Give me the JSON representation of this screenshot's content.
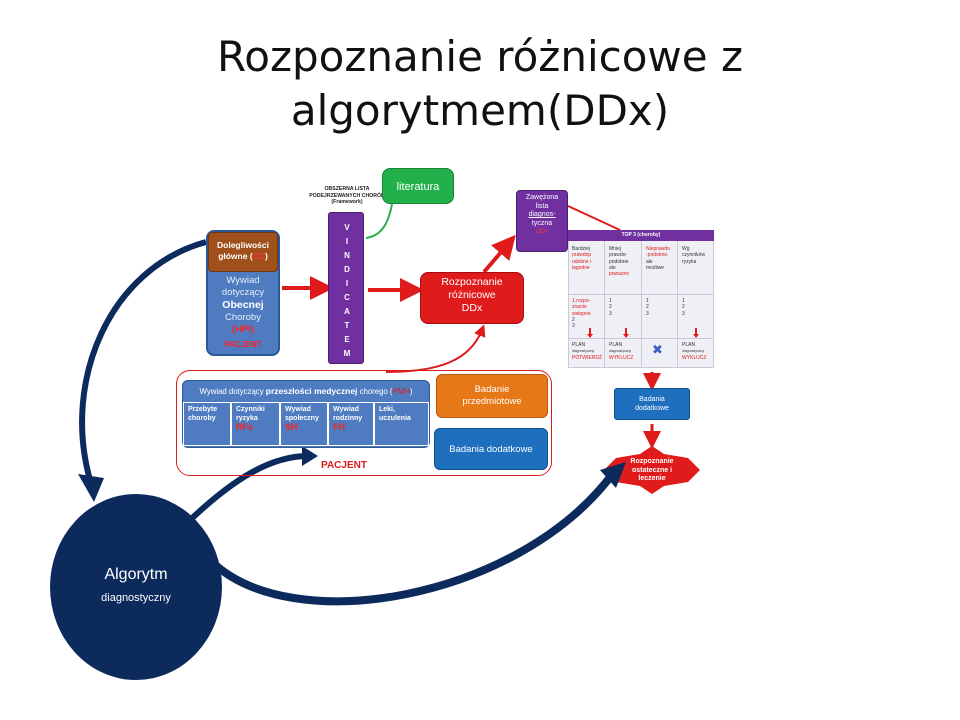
{
  "title": {
    "line1": "Rozpoznanie różnicowe z",
    "line2": "algorytmem(DDx)"
  },
  "patient_box": {
    "complaint_line1": "Dolegliwości",
    "complaint_line2": "główne (",
    "complaint_code": "CC",
    "complaint_close": ")",
    "history_line1": "Wywiad",
    "history_line2": "dotyczący",
    "history_bold": "Obecnej",
    "history_line3": "Choroby",
    "history_code": "(HPI)",
    "patient_label": "PACJENT"
  },
  "vindicatem": {
    "header_line1": "OBSZERNA LISTA",
    "header_line2": "PODEJRZEWANYCH CHORÓB",
    "header_line3": "(Framework)",
    "letters": [
      "V",
      "I",
      "N",
      "D",
      "I",
      "C",
      "A",
      "T",
      "E",
      "M"
    ]
  },
  "literature": {
    "label": "literatura"
  },
  "ddx": {
    "line1": "Rozpoznanie",
    "line2": "różnicowe",
    "line3": "DDx"
  },
  "narrow_list": {
    "line1": "Zawężona",
    "line2": "lista",
    "line3": "diagnos-",
    "line4": "tyczna",
    "code": "DDx"
  },
  "top3": {
    "header": "TOP 3 (choroby)",
    "col1": {
      "l1": "Bardziej",
      "l2": "prawdop",
      "l3": "odobne i",
      "l4": "łagodne"
    },
    "col2": {
      "l1": "Mniej",
      "l2": "prawdo-",
      "l3": "podobne",
      "l4": "ale",
      "l5": "poważne"
    },
    "col3": {
      "l1": "Nieprawdo",
      "l2": "-podobne,",
      "l3": "ale",
      "l4": "możliwe"
    },
    "col4": {
      "l1": "Wg",
      "l2": "czynników",
      "l3": "ryzyka"
    },
    "row2_first": {
      "l1": "1.rozpo-",
      "l2": "znanie",
      "l3": "wstępne",
      "l4": "2",
      "l5": "3"
    },
    "numbers": [
      "1",
      "2",
      "3"
    ],
    "plan1": {
      "l1": "PLAN",
      "l2": "diagnostyczny",
      "l3": "POTWIERDŹ"
    },
    "plan2": {
      "l1": "PLAN",
      "l2": "diagnostyczny",
      "l3": "WYKLUCZ"
    },
    "plan4": {
      "l1": "PLAN",
      "l2": "diagnostyczny",
      "l3": "WYKLUCZ"
    },
    "x_mark": "✖"
  },
  "past_history": {
    "title_pre": "Wywiad dotyczący ",
    "title_bold": "przeszłości medycznej",
    "title_post": " chorego (",
    "title_code": "PMH",
    "title_close": ")",
    "cells": [
      {
        "l1": "Przebyte",
        "l2": "choroby",
        "code": ""
      },
      {
        "l1": "Czynniki",
        "l2": "ryzyka",
        "code": "RFs"
      },
      {
        "l1": "Wywiad",
        "l2": "społeczny",
        "code": "SH"
      },
      {
        "l1": "Wywiad",
        "l2": "rodzinny",
        "code": "FH"
      },
      {
        "l1": "Leki,",
        "l2": "uczulenia",
        "code": ""
      }
    ],
    "patient_label": "PACJENT"
  },
  "exam": {
    "line1": "Badanie",
    "line2": "przedmiotowe"
  },
  "tests": {
    "label": "Badania dodatkowe"
  },
  "tests_right": {
    "line1": "Badania",
    "line2": "dodatkowe"
  },
  "final_dx": {
    "line1": "Rozpoznanie",
    "line2": "ostateczne i",
    "line3": "leczenie"
  },
  "algorithm": {
    "main": "Algorytm",
    "sub": "diagnostyczny"
  },
  "colors": {
    "navy": "#0c2a5c",
    "red": "#e01b1b",
    "purple": "#7030a0",
    "blue": "#4f7cc0",
    "green": "#22b04a",
    "orange": "#e67817"
  }
}
